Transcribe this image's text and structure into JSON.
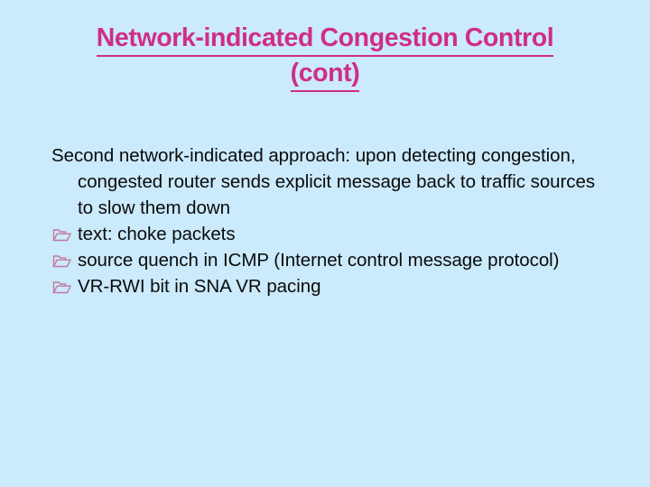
{
  "slide": {
    "background_color": "#cbeafc",
    "title": {
      "line1": "Network-indicated Congestion Control",
      "line2": "(cont)",
      "color": "#cf2e86",
      "underlined": true
    },
    "body": {
      "text_color": "#0b0b0b",
      "paragraph": "Second network-indicated approach: upon detecting congestion, congested router sends explicit message back to traffic sources to slow them down",
      "bullet_color": "#c07a9e",
      "bullet_icon": "open-folder-icon",
      "bullets": [
        {
          "text": "text: choke packets"
        },
        {
          "text": "source quench in ICMP (Internet control message protocol)"
        },
        {
          "text": "VR-RWI bit in SNA VR pacing"
        }
      ]
    }
  }
}
